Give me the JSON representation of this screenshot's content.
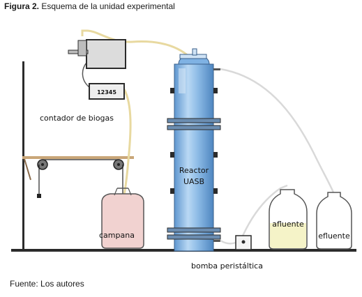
{
  "figure": {
    "number_label": "Figura 2.",
    "title": "Esquema de la unidad experimental",
    "source": "Fuente: Los autores"
  },
  "labels": {
    "counter_display": "12345",
    "counter": "contador de biogas",
    "reactor_line1": "Reactor",
    "reactor_line2": "UASB",
    "bell": "campana",
    "influent": "afluente",
    "effluent": "efluente",
    "pump": "bomba peristáltica"
  },
  "colors": {
    "reactor": "#7fb2e3",
    "reactor_highlight": "#b9d8f4",
    "bell": "#f1d2d0",
    "influent_liquid": "#f5f3c8",
    "tubing": "#e8d9a0"
  }
}
